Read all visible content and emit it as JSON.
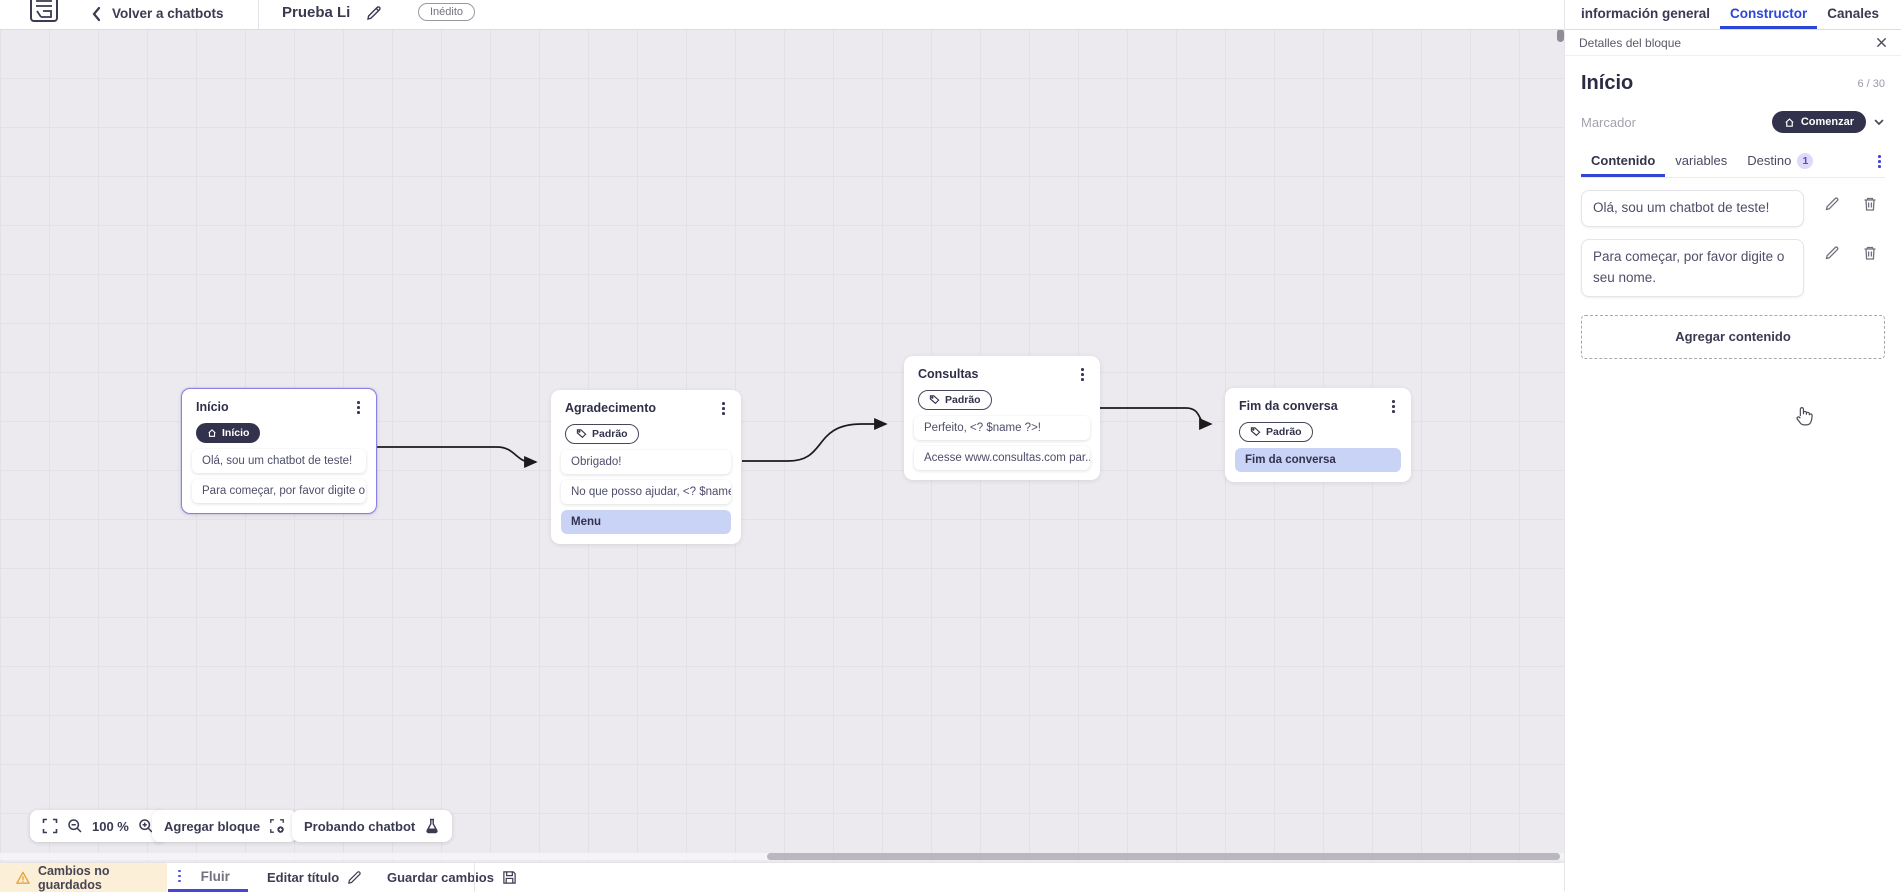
{
  "topbar": {
    "back_label": "Volver a chatbots",
    "title": "Prueba Li",
    "status_badge": "Inédito",
    "tabs": [
      {
        "label": "información general"
      },
      {
        "label": "Constructor"
      },
      {
        "label": "Canales"
      }
    ]
  },
  "panel": {
    "header": "Detalles del bloque",
    "block_name": "Início",
    "name_counter": "6 / 30",
    "marker_label": "Marcador",
    "marker_value": "Comenzar",
    "tabs": {
      "contenido": "Contenido",
      "variables": "variables",
      "destino": "Destino",
      "destino_count": "1"
    },
    "contents": [
      {
        "text": "Olá, sou um chatbot de teste!"
      },
      {
        "text": "Para começar, por favor digite o seu nome."
      }
    ],
    "add_content_label": "Agregar contenido"
  },
  "canvas": {
    "blocks": [
      {
        "title": "Início",
        "badge": "Início",
        "cards": [
          {
            "text": "Olá, sou um chatbot de teste!"
          },
          {
            "text": "Para começar, por favor digite o ..."
          }
        ]
      },
      {
        "title": "Agradecimento",
        "badge": "Padrão",
        "cards": [
          {
            "text": "Obrigado!"
          },
          {
            "text": "No que posso ajudar, <? $name ..."
          },
          {
            "text": "Menu"
          }
        ]
      },
      {
        "title": "Consultas",
        "badge": "Padrão",
        "cards": [
          {
            "text": "Perfeito, <? $name ?>!"
          },
          {
            "text": "Acesse www.consultas.com par..."
          }
        ]
      },
      {
        "title": "Fim da conversa",
        "badge": "Padrão",
        "cards": [
          {
            "text": "Fim da conversa"
          }
        ]
      }
    ]
  },
  "toolbar": {
    "zoom_level": "100 %",
    "add_block_label": "Agregar bloque",
    "test_label": "Probando chatbot"
  },
  "statusbar": {
    "warning": "Cambios no guardados",
    "flow_tab": "Fluir",
    "edit_title_label": "Editar título",
    "save_label": "Guardar cambios"
  },
  "colors": {
    "accent_blue": "#2e46d8",
    "dark_navy": "#32324d",
    "selected_purple": "#8b80e8",
    "action_card_bg": "#c9d3f6",
    "warning_bg": "#fcefd8"
  }
}
